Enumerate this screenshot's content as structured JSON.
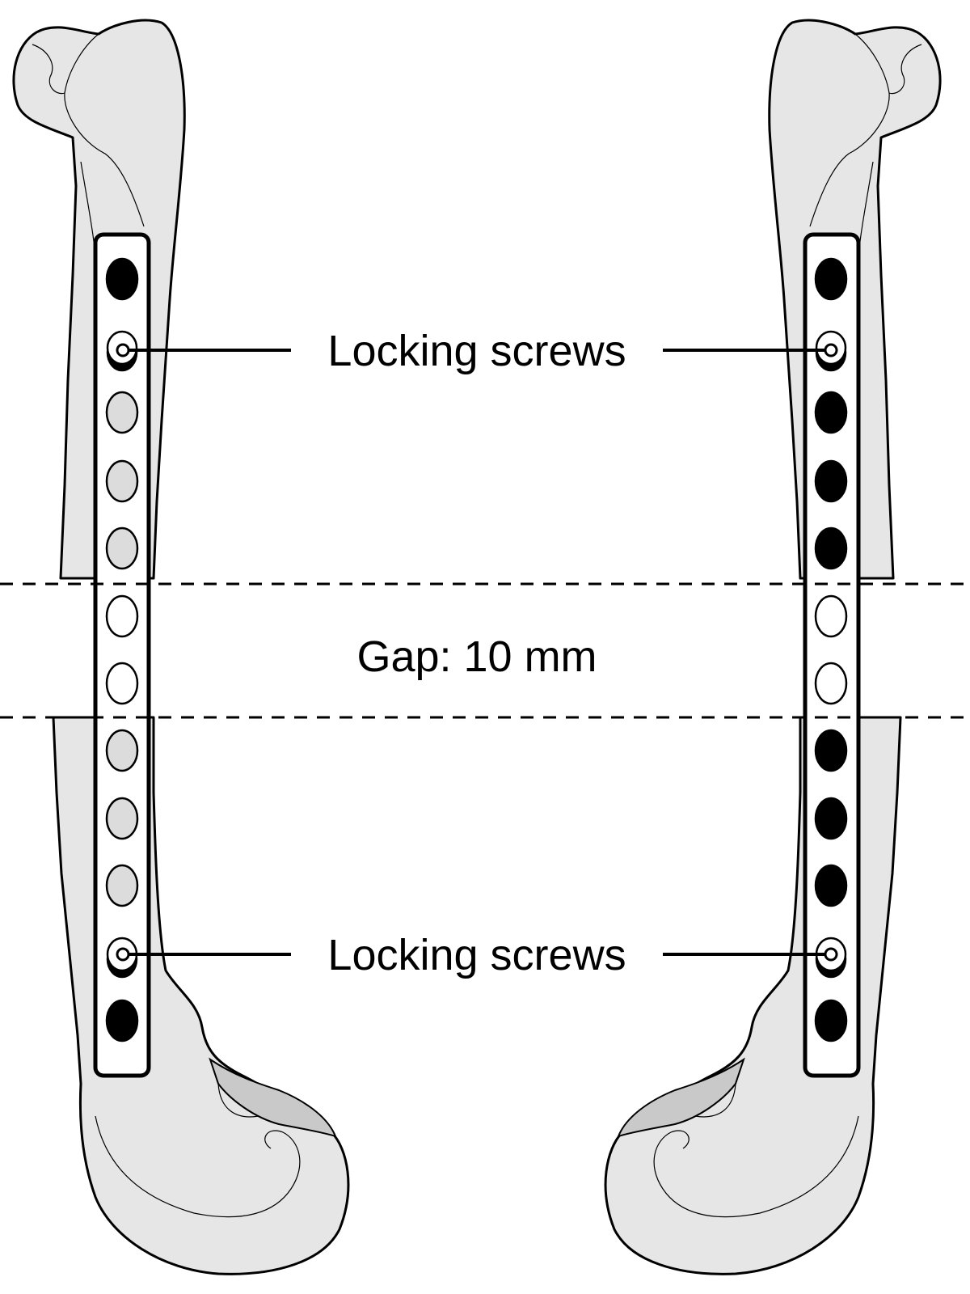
{
  "labels": {
    "top": "Locking screws",
    "gap": "Gap: 10 mm",
    "bottom": "Locking screws"
  },
  "plates": [
    {
      "side": "left",
      "holes": [
        "filled",
        "locking",
        "gray",
        "gray",
        "gray",
        "empty",
        "empty",
        "gray",
        "gray",
        "gray",
        "locking",
        "filled"
      ]
    },
    {
      "side": "right",
      "holes": [
        "filled",
        "locking",
        "filled",
        "filled",
        "filled",
        "empty",
        "empty",
        "filled",
        "filled",
        "filled",
        "locking",
        "filled"
      ]
    }
  ],
  "colors": {
    "bone": "#e6e6e6",
    "bone_shade": "#c9c9c9",
    "hole_gray": "#dcdcdc",
    "outline": "#000000"
  }
}
